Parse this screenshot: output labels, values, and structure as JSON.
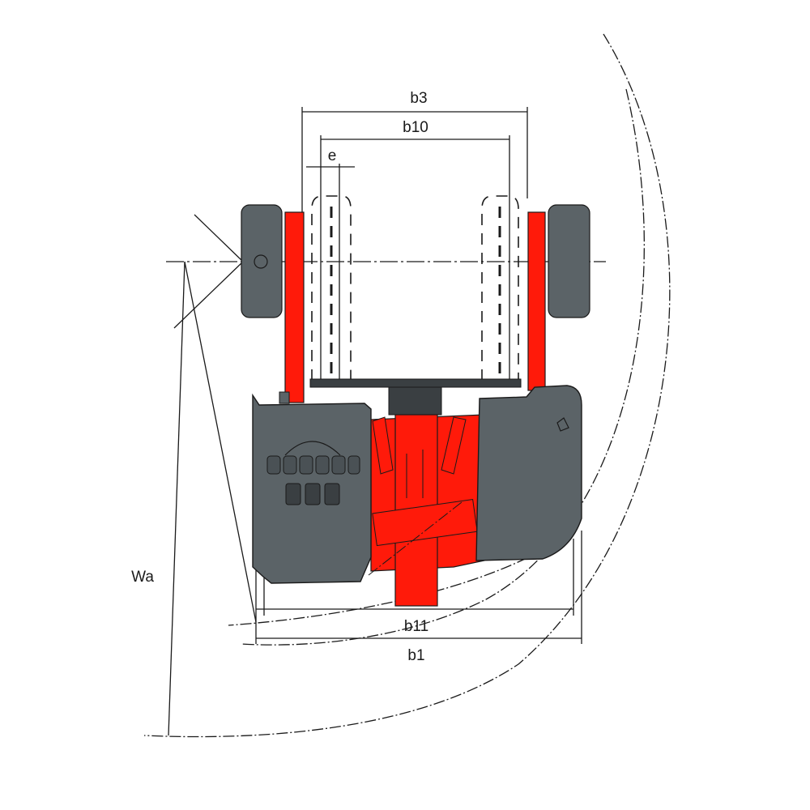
{
  "dimensions": {
    "b3": "b3",
    "b10": "b10",
    "e": "e",
    "wa": "Wa",
    "b11": "b11",
    "b1": "b1"
  },
  "colors": {
    "body_red": "#ff1a0a",
    "body_gray": "#5b6367",
    "dark_gray": "#3a3f42",
    "line": "#1a1a1a"
  }
}
